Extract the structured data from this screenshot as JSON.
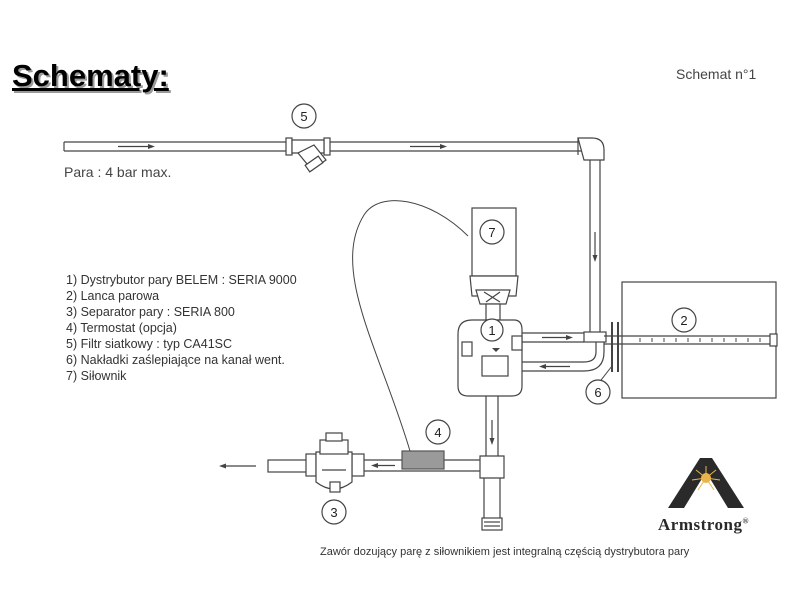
{
  "header": {
    "title": "Schematy:",
    "scheme_label": "Schemat n°1"
  },
  "steam_label": "Para : 4 bar max.",
  "legend": [
    "1) Dystrybutor pary BELEM : SERIA  9000",
    "2) Lanca parowa",
    "3) Separator pary : SERIA 800",
    "4) Termostat (opcja)",
    "5) Filtr siatkowy : typ CA41SC",
    "6) Nakładki zaślepiające na kanał went.",
    "7) Siłownik"
  ],
  "callouts": [
    "1",
    "2",
    "3",
    "4",
    "5",
    "6",
    "7"
  ],
  "caption": "Zawór dozujący parę z siłownikiem jest integralną częścią dystrybutora pary",
  "logo": {
    "name": "Armstrong",
    "mark": "®"
  }
}
